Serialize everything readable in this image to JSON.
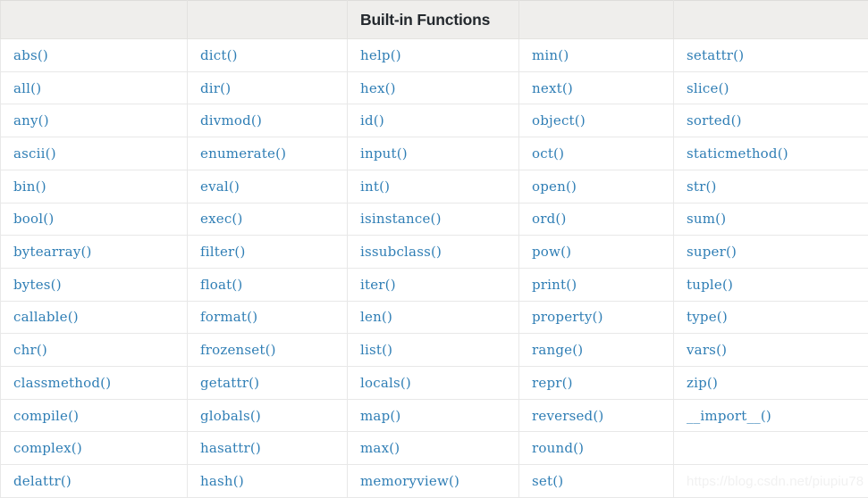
{
  "table": {
    "title": "Built-in Functions",
    "header_cells": [
      "",
      "",
      "Built-in Functions",
      "",
      ""
    ],
    "column_count": 5,
    "row_count": 14,
    "colors": {
      "header_background": "#efeeec",
      "header_text": "#24292e",
      "cell_text": "#2f7eb5",
      "cell_background": "#ffffff",
      "border": "#e8e8e8",
      "watermark_text": "#f1f1f1"
    },
    "columns": [
      [
        "abs()",
        "all()",
        "any()",
        "ascii()",
        "bin()",
        "bool()",
        "bytearray()",
        "bytes()",
        "callable()",
        "chr()",
        "classmethod()",
        "compile()",
        "complex()",
        "delattr()"
      ],
      [
        "dict()",
        "dir()",
        "divmod()",
        "enumerate()",
        "eval()",
        "exec()",
        "filter()",
        "float()",
        "format()",
        "frozenset()",
        "getattr()",
        "globals()",
        "hasattr()",
        "hash()"
      ],
      [
        "help()",
        "hex()",
        "id()",
        "input()",
        "int()",
        "isinstance()",
        "issubclass()",
        "iter()",
        "len()",
        "list()",
        "locals()",
        "map()",
        "max()",
        "memoryview()"
      ],
      [
        "min()",
        "next()",
        "object()",
        "oct()",
        "open()",
        "ord()",
        "pow()",
        "print()",
        "property()",
        "range()",
        "repr()",
        "reversed()",
        "round()",
        "set()"
      ],
      [
        "setattr()",
        "slice()",
        "sorted()",
        "staticmethod()",
        "str()",
        "sum()",
        "super()",
        "tuple()",
        "type()",
        "vars()",
        "zip()",
        "__import__()",
        "",
        ""
      ]
    ],
    "rows": [
      [
        "abs()",
        "dict()",
        "help()",
        "min()",
        "setattr()"
      ],
      [
        "all()",
        "dir()",
        "hex()",
        "next()",
        "slice()"
      ],
      [
        "any()",
        "divmod()",
        "id()",
        "object()",
        "sorted()"
      ],
      [
        "ascii()",
        "enumerate()",
        "input()",
        "oct()",
        "staticmethod()"
      ],
      [
        "bin()",
        "eval()",
        "int()",
        "open()",
        "str()"
      ],
      [
        "bool()",
        "exec()",
        "isinstance()",
        "ord()",
        "sum()"
      ],
      [
        "bytearray()",
        "filter()",
        "issubclass()",
        "pow()",
        "super()"
      ],
      [
        "bytes()",
        "float()",
        "iter()",
        "print()",
        "tuple()"
      ],
      [
        "callable()",
        "format()",
        "len()",
        "property()",
        "type()"
      ],
      [
        "chr()",
        "frozenset()",
        "list()",
        "range()",
        "vars()"
      ],
      [
        "classmethod()",
        "getattr()",
        "locals()",
        "repr()",
        "zip()"
      ],
      [
        "compile()",
        "globals()",
        "map()",
        "reversed()",
        "__import__()"
      ],
      [
        "complex()",
        "hasattr()",
        "max()",
        "round()",
        ""
      ],
      [
        "delattr()",
        "hash()",
        "memoryview()",
        "set()",
        ""
      ]
    ]
  },
  "watermark": {
    "text": "https://blog.csdn.net/piupiu78"
  }
}
